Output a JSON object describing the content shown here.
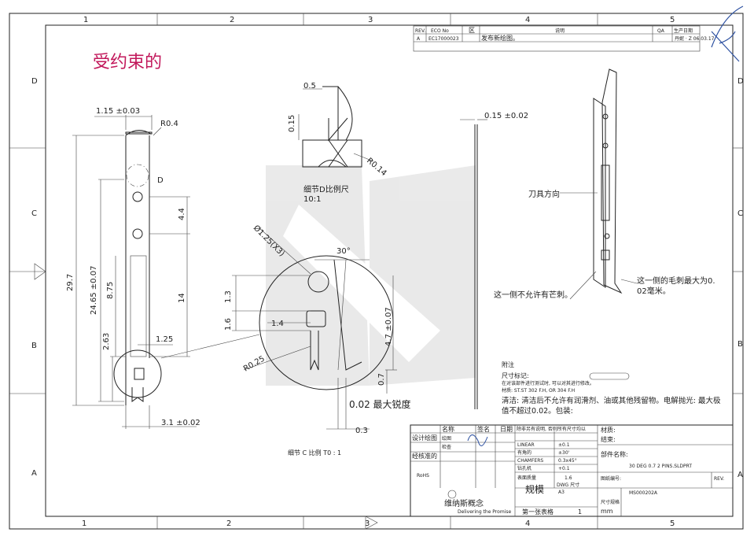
{
  "watermark_label": "受约束的",
  "border": {
    "cols_top": [
      "1",
      "2",
      "3",
      "4",
      "5"
    ],
    "cols_bottom": [
      "1",
      "2",
      "3",
      "4",
      "5"
    ],
    "rows_left": [
      "D",
      "C",
      "B",
      "A"
    ],
    "rows_right": [
      "D",
      "C",
      "B",
      "A"
    ]
  },
  "revision_table": {
    "headers": [
      "REV.",
      "ECO No",
      "区",
      "说明",
      "QA",
      "生产日期"
    ],
    "row": [
      "A",
      "EC17000023",
      "",
      "发布新绘图。",
      "",
      "丹妮 · Z  06.03.17"
    ]
  },
  "left_view": {
    "width_dim": "1.15 ±0.03",
    "radius_dim": "R0.4",
    "overall_len": "29.7",
    "len_2": "24.65 ±0.07",
    "len_3": "8.75",
    "len_4": "2.63",
    "right_1": "4.4",
    "right_2": "14",
    "slot_w": "1.25",
    "bottom_w": "3.1 ±0.02",
    "detail_d": "D",
    "detail_c_label": "细节 C 比例 T0 : 1"
  },
  "detail_d": {
    "top_dim": "0.5",
    "side_dim": "0.15",
    "radius": "R0.14",
    "caption_1": "细节D比例尺",
    "caption_2": "10:1"
  },
  "detail_c": {
    "hole_dim": "Ø1.25(X3)",
    "angle": "30°",
    "d1": "1.3",
    "d2": "1.6",
    "d3": "1.4",
    "radius": "R0.25",
    "right_dim": "4.7 ±0.07",
    "small_dim": "0.7",
    "bottom_dim": "0.3",
    "edge_note": "0.02 最大锐度"
  },
  "side_view": {
    "thickness": "0.15 ±0.02"
  },
  "iso_view": {
    "tool_dir": "刀具方向",
    "no_burr": "这一侧不允许有芒刺。",
    "burr_max_1": "这一侧的毛刺最大为0.",
    "burr_max_2": "02毫米。"
  },
  "notes": {
    "title": "附注",
    "n1": "尺寸标记:",
    "n2": "在对该部件进行测试时, 可以对其进行修改。",
    "n3": "材质: ST.ST 302 F.H, OR 304 F.H",
    "clean_1": "清洁: 清洁后不允许有润滑剂、油或其他残留物。电解抛光: 最大极",
    "clean_2": "值不超过0.02。包装:"
  },
  "title_block": {
    "col_name": "名称",
    "col_sign": "签名",
    "col_date": "日期",
    "design": "设计绘图",
    "drawn": "绘图",
    "check": "检查",
    "approved": "经核准的",
    "rohs": "RoHS",
    "tol_title": "除非另有说明, 否则所有尺寸均以",
    "linear": "LINEAR",
    "linear_tol": "±0.1",
    "angular": "有角的",
    "angular_tol": "±30'",
    "chamfers": "CHAMFERS",
    "chamfers_tol": "0.3x45°",
    "holes": "钻孔机",
    "holes_tol": "+0.1",
    "finish": "表面质量",
    "finish_val": "1.6",
    "material": "材质:",
    "finish_lbl": "结束:",
    "part_name_lbl": "部件名称:",
    "part_name": "30 DEG 0.7 2 PINS.SLDPRT",
    "drawing_no_lbl": "图纸编号:",
    "drawing_no": "MS000202A",
    "rev_lbl": "REV.",
    "size_lbl": "DWG 尺寸",
    "size": "A3",
    "scale_lbl": "规模",
    "sheet_lbl": "第一张表格",
    "sheet_no": "1",
    "unit_lbl": "尺寸规格",
    "unit": "mm",
    "company": "维纳斯概念",
    "company_sub": "Delivering the Promise"
  }
}
